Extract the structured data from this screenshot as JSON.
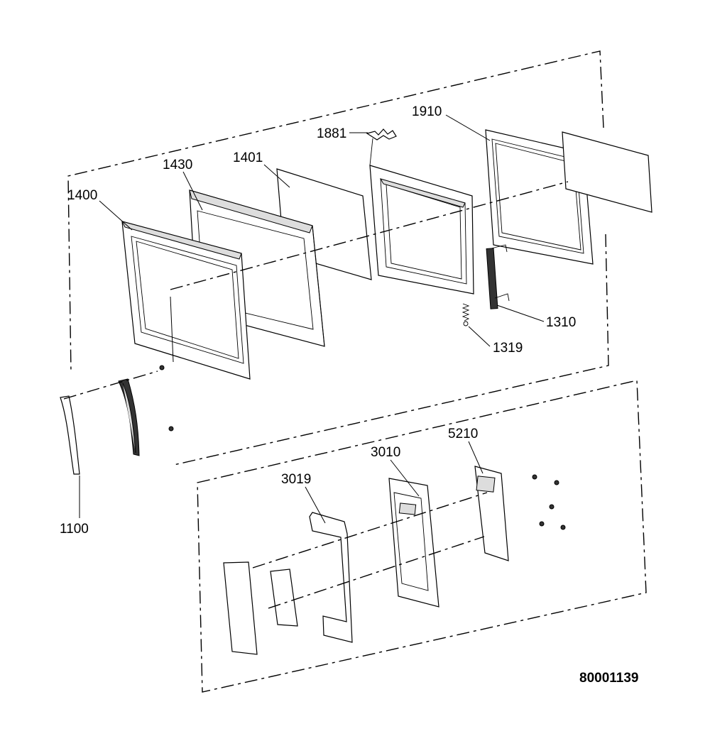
{
  "diagram": {
    "reference_number": "80001139",
    "callouts": [
      {
        "id": "1400",
        "label": "1400"
      },
      {
        "id": "1430",
        "label": "1430"
      },
      {
        "id": "1401",
        "label": "1401"
      },
      {
        "id": "1881",
        "label": "1881"
      },
      {
        "id": "1910",
        "label": "1910"
      },
      {
        "id": "1310",
        "label": "1310"
      },
      {
        "id": "1319",
        "label": "1319"
      },
      {
        "id": "1100",
        "label": "1100"
      },
      {
        "id": "3019",
        "label": "3019"
      },
      {
        "id": "3010",
        "label": "3010"
      },
      {
        "id": "5210",
        "label": "5210"
      }
    ]
  }
}
